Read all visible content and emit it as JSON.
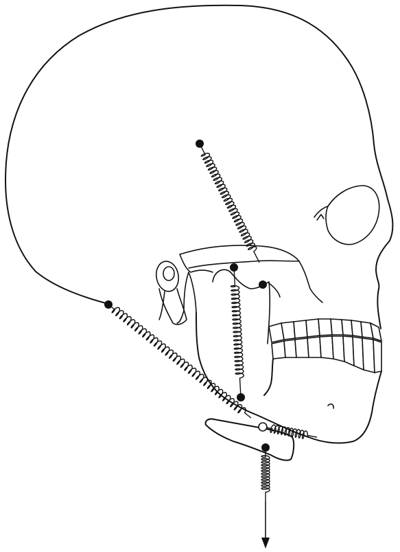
{
  "figure": {
    "subject": "skull-with-spring-muscle-model",
    "colors": {
      "line": "#111111",
      "background": "#ffffff"
    },
    "springs": [
      {
        "name": "temporalis-spring"
      },
      {
        "name": "masseter-spring"
      },
      {
        "name": "posterior-neck-spring"
      },
      {
        "name": "suprahyoid-spring"
      },
      {
        "name": "infrahyoid-spring"
      }
    ],
    "arrow": "downward-force-arrow"
  }
}
